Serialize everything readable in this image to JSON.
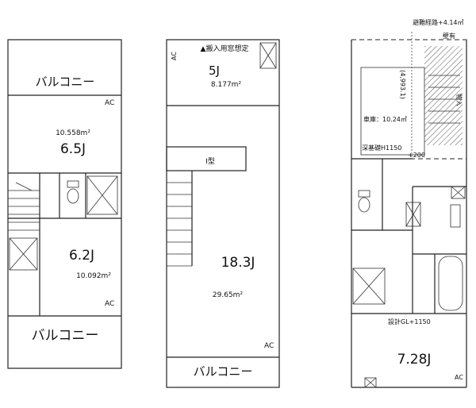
{
  "floor1": {
    "balcony_top": "バルコニー",
    "ac_upper": "AC",
    "area_upper": "10.558m²",
    "room_upper": "6.5J",
    "room_lower": "6.2J",
    "area_lower": "10.092m²",
    "ac_lower": "AC",
    "balcony_bottom": "バルコニー"
  },
  "floor2": {
    "ac_left": "AC",
    "window_note": "▲搬入用窓想定",
    "room_upper": "5J",
    "area_upper": "8.177m²",
    "kitchen": "I型",
    "room_main": "18.3J",
    "area_main": "29.65m²",
    "ac_main": "AC",
    "balcony": "バルコニー"
  },
  "floor3": {
    "evac_route": "避難経路+4.14㎡",
    "wall": "壁有",
    "dim_note": "(4,993.1)",
    "garage": "車庫：10.24㎡",
    "storage": "物入",
    "deep_foundation": "深基礎H1150",
    "plus200": "+200",
    "design_gl": "設計GL+1150",
    "room": "7.28J",
    "ac": "AC"
  }
}
